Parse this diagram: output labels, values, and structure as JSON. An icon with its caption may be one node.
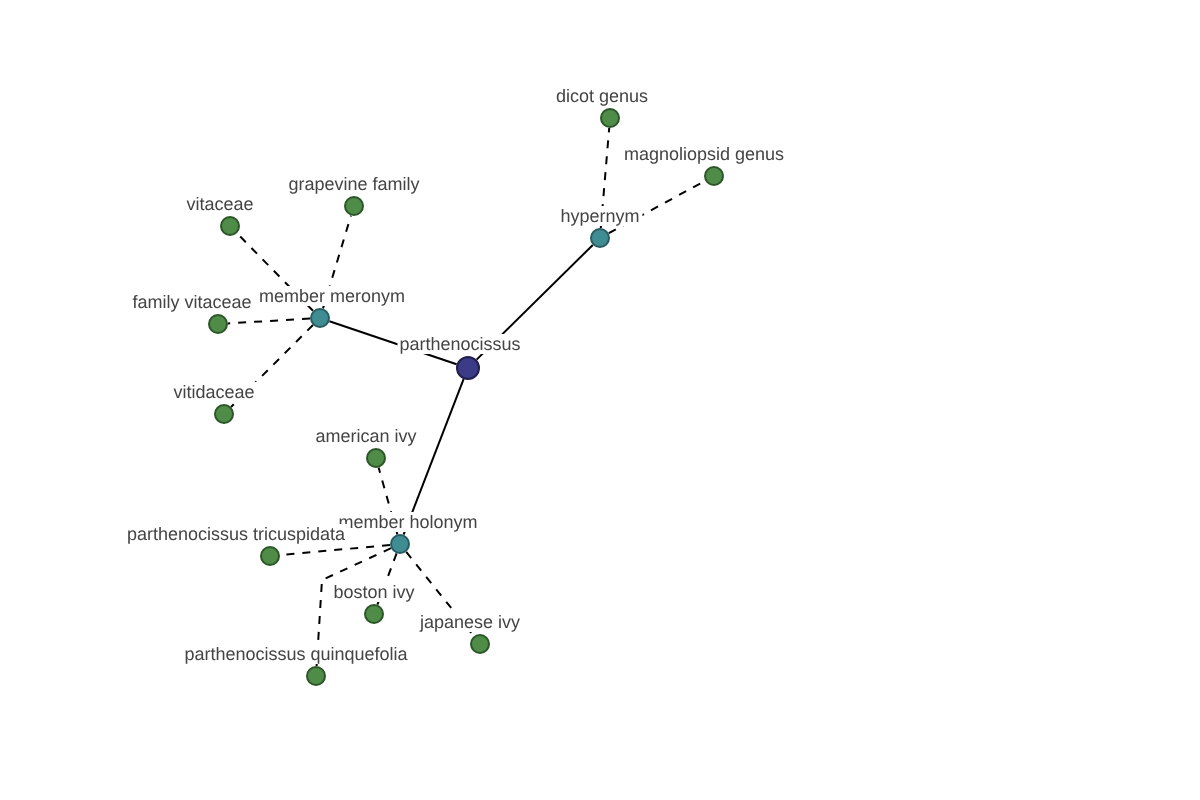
{
  "diagram": {
    "nodes": [
      {
        "text": [
          "dicot genus"
        ]
      },
      {
        "text": [
          "magnoliopsid genus"
        ]
      },
      {
        "text": [
          "grapevine family"
        ]
      },
      {
        "text": [
          "vitaceae"
        ]
      },
      {
        "text": [
          "hypernym"
        ]
      },
      {
        "text": [
          "member meronym"
        ]
      },
      {
        "text": [
          "family vitaceae"
        ]
      },
      {
        "text": [
          "parthenocissus"
        ]
      },
      {
        "text": [
          "vitidaceae"
        ]
      },
      {
        "text": [
          "american ivy"
        ]
      },
      {
        "text": [
          "member holonym"
        ]
      },
      {
        "text": [
          "parthenocissus tricuspidata"
        ]
      },
      {
        "text": [
          "boston ivy"
        ]
      },
      {
        "text": [
          "japanese ivy"
        ]
      },
      {
        "text": [
          "parthenocissus quinquefolia"
        ]
      }
    ],
    "edges": [
      {
        "from": 7,
        "to": 5,
        "arrow": "none"
      },
      {
        "from": 7,
        "to": 4,
        "arrow": "none"
      },
      {
        "from": 7,
        "to": 10,
        "arrow": "none"
      },
      {
        "from": 5,
        "to": 3,
        "arrow": "none",
        "style": "dashed"
      },
      {
        "from": 5,
        "to": 2,
        "arrow": "none",
        "style": "dashed"
      },
      {
        "from": 5,
        "to": 6,
        "arrow": "none",
        "style": "dashed"
      },
      {
        "from": 5,
        "to": 8,
        "arrow": "none",
        "style": "dashed"
      },
      {
        "from": 4,
        "to": 0,
        "arrow": "none",
        "style": "dashed"
      },
      {
        "from": 4,
        "to": 1,
        "arrow": "none",
        "style": "dashed"
      },
      {
        "from": 10,
        "to": 9,
        "arrow": "none",
        "style": "dashed"
      },
      {
        "from": 10,
        "to": 11,
        "arrow": "none",
        "style": "dashed"
      },
      {
        "from": 10,
        "to": 12,
        "arrow": "none",
        "style": "dashed"
      },
      {
        "from": 10,
        "to": 13,
        "arrow": "none",
        "style": "dashed"
      },
      {
        "from": 10,
        "to": 14,
        "arrow": "none",
        "style": "dashed"
      }
    ]
  }
}
